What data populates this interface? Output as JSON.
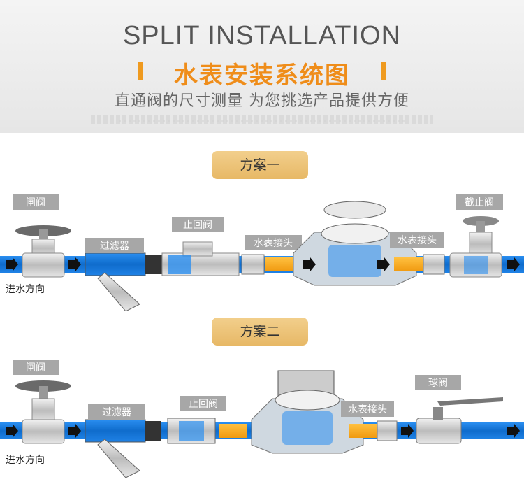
{
  "header": {
    "title_en": "SPLIT INSTALLATION",
    "title_cn": "水表安装系统图",
    "subtitle": "直通阀的尺寸测量  为您挑选产品提供方便"
  },
  "plan1": {
    "title": "方案一",
    "labels": {
      "gate_valve": "闸阀",
      "filter": "过滤器",
      "check_valve": "止回阀",
      "meter_joint_left": "水表接头",
      "meter_joint_right": "水表接头",
      "stop_valve": "截止阀",
      "flow_direction": "进水方向"
    }
  },
  "plan2": {
    "title": "方案二",
    "labels": {
      "gate_valve": "闸阀",
      "filter": "过滤器",
      "check_valve": "止回阀",
      "meter_joint": "水表接头",
      "ball_valve": "球阀",
      "flow_direction": "进水方向"
    }
  },
  "colors": {
    "pipe_blue": "#1877d8",
    "label_bg": "#a7a7a7",
    "accent_orange": "#ef8d1a",
    "plan_badge": "#e9bd6e"
  }
}
